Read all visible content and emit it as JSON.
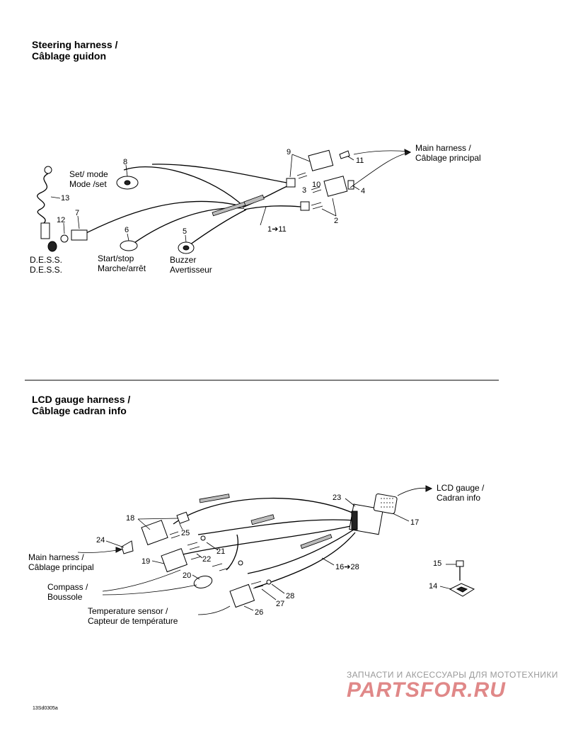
{
  "sections": [
    {
      "title_line1": "Steering harness /",
      "title_line2": "Câblage guidon"
    },
    {
      "title_line1": "LCD gauge harness /",
      "title_line2": "Câblage cadran info"
    }
  ],
  "steering": {
    "labels": {
      "set_mode_en": "Set/ mode",
      "set_mode_fr": "Mode /set",
      "start_stop_en": "Start/stop",
      "start_stop_fr": "Marche/arrêt",
      "buzzer_en": "Buzzer",
      "buzzer_fr": "Avertisseur",
      "dess_en": "D.E.S.S.",
      "dess_fr": "D.E.S.S.",
      "main_harness_en": "Main harness  /",
      "main_harness_fr": "Câblage principal"
    },
    "callouts": {
      "n1_11": "1➔11",
      "n2": "2",
      "n3": "3",
      "n4": "4",
      "n5": "5",
      "n6": "6",
      "n7": "7",
      "n8": "8",
      "n9": "9",
      "n10": "10",
      "n11": "11",
      "n12": "12",
      "n13": "13"
    }
  },
  "lcd": {
    "labels": {
      "lcd_gauge_en": "LCD gauge /",
      "lcd_gauge_fr": "Cadran info",
      "main_harness_en": "Main harness /",
      "main_harness_fr": "Câblage principal",
      "compass_en": "Compass /",
      "compass_fr": "Boussole",
      "temp_en": "Temperature sensor /",
      "temp_fr": "Capteur de température"
    },
    "callouts": {
      "n14": "14",
      "n15": "15",
      "n16_28": "16➔28",
      "n17": "17",
      "n18": "18",
      "n19": "19",
      "n20": "20",
      "n21": "21",
      "n22": "22",
      "n23": "23",
      "n24": "24",
      "n25": "25",
      "n26": "26",
      "n27": "27",
      "n28": "28"
    }
  },
  "watermark": {
    "tagline": "ЗАПЧАСТИ И АКСЕССУАРЫ ДЛЯ МОТОТЕХНИКИ",
    "logo": "PARTSFOR.RU"
  },
  "drawing_code": "13Sd0305a",
  "colors": {
    "ink": "#000000",
    "watermark_logo": "#e08888",
    "watermark_text": "#999999"
  }
}
